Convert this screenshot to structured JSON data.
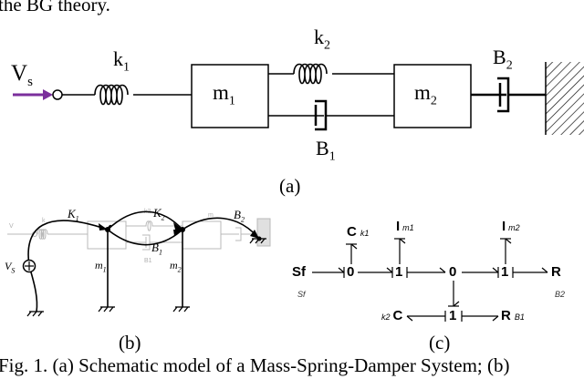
{
  "top_text": "the BG theory.",
  "figure_a": {
    "input": "V",
    "input_sub": "s",
    "k1": "k",
    "k1_sub": "1",
    "k2": "k",
    "k2_sub": "2",
    "m1": "m",
    "m1_sub": "1",
    "m2": "m",
    "m2_sub": "2",
    "b1": "B",
    "b1_sub": "1",
    "b2": "B",
    "b2_sub": "2",
    "label": "(a)"
  },
  "figure_b": {
    "k1": "K",
    "k1_sub": "1",
    "k2": "K",
    "k2_sub": "2",
    "b1": "B",
    "b1_sub": "1",
    "b2": "B",
    "b2_sub": "2",
    "m1": "m",
    "m1_sub": "1",
    "m2": "m",
    "m2_sub": "2",
    "vs": "V",
    "vs_sub": "S",
    "label": "(b)"
  },
  "figure_c": {
    "sf": "Sf",
    "sf_sub": "Sf",
    "c_top": "C",
    "c_top_sub": "k1",
    "i1": "I",
    "i1_sub": "m1",
    "i2": "I",
    "i2_sub": "m2",
    "j0_a": "0",
    "j1_a": "1",
    "j0_b": "0",
    "j1_b": "1",
    "j1_c": "1",
    "r_right": "R",
    "r_right_sub": "B2",
    "c_bottom": "C",
    "c_bottom_pre": "k2",
    "r_bottom": "R",
    "r_bottom_sub": "B1",
    "label": "(c)"
  },
  "caption": "Fig. 1.  (a) Schematic model of a Mass-Spring-Damper System; (b)"
}
